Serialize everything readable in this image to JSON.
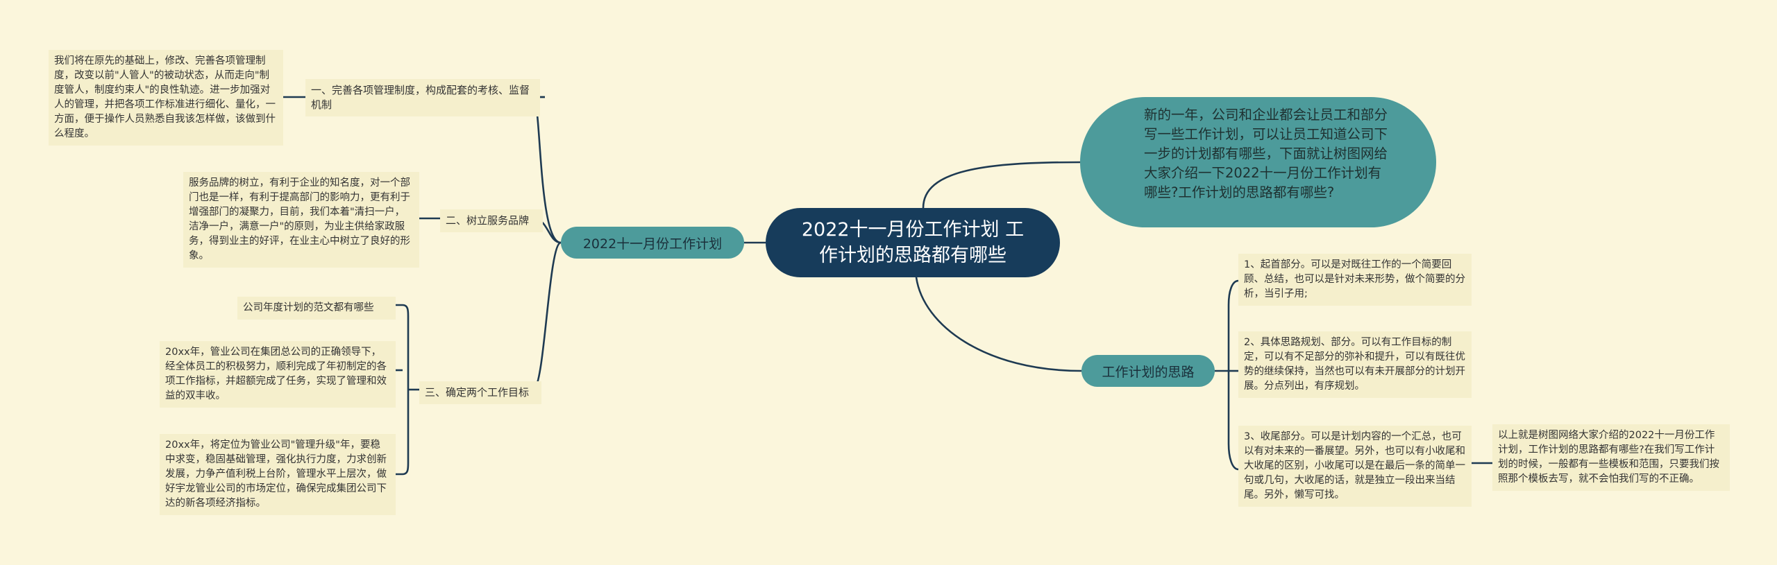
{
  "root": {
    "title_line1": "2022十一月份工作计划 工",
    "title_line2": "作计划的思路都有哪些"
  },
  "intro": {
    "text": "新的一年，公司和企业都会让员工和部分写一些工作计划，可以让员工知道公司下一步的计划都有哪些，下面就让树图网给大家介绍一下2022十一月份工作计划有哪些?工作计划的思路都有哪些?"
  },
  "left_branch": {
    "label": "2022十一月份工作计划",
    "items": [
      {
        "label": "一、完善各项管理制度，构成配套的考核、监督机制",
        "detail": "我们将在原先的基础上，修改、完善各项管理制度，改变以前\"人管人\"的被动状态，从而走向\"制度管人，制度约束人\"的良性轨迹。进一步加强对人的管理，并把各项工作标准进行细化、量化，一方面，便于操作人员熟悉自我该怎样做，该做到什么程度。"
      },
      {
        "label": "二、树立服务品牌",
        "detail": "服务品牌的树立，有利于企业的知名度，对一个部门也是一样，有利于提高部门的影响力，更有利于增强部门的凝聚力，目前，我们本着\"清扫一户，洁净一户，满意一户\"的原则，为业主供给家政服务，得到业主的好评，在业主心中树立了良好的形象。"
      },
      {
        "label": "三、确定两个工作目标",
        "details": [
          "公司年度计划的范文都有哪些",
          "20xx年，管业公司在集团总公司的正确领导下，经全体员工的积极努力，顺利完成了年初制定的各项工作指标，并超额完成了任务，实现了管理和效益的双丰收。",
          "20xx年，将定位为管业公司\"管理升级\"年，要稳中求变，稳固基础管理，强化执行力度，力求创新发展，力争产值利税上台阶，管理水平上层次，做好宇龙管业公司的市场定位，确保完成集团公司下达的新各项经济指标。"
        ]
      }
    ]
  },
  "right_branch": {
    "label": "工作计划的思路",
    "items": [
      "1、起首部分。可以是对既往工作的一个简要回顾、总结，也可以是针对未来形势，做个简要的分析，当引子用;",
      "2、具体思路规划、部分。可以有工作目标的制定，可以有不足部分的弥补和提升，可以有既往优势的继续保持，当然也可以有未开展部分的计划开展。分点列出，有序规划。",
      "3、收尾部分。可以是计划内容的一个汇总，也可以有对未来的一番展望。另外，也可以有小收尾和大收尾的区别，小收尾可以是在最后一条的简单一句或几句，大收尾的话，就是独立一段出来当结尾。另外，懒写可找。"
    ],
    "summary": "以上就是树图网络大家介绍的2022十一月份工作计划，工作计划的思路都有哪些?在我们写工作计划的时候，一般都有一些模板和范围，只要我们按照那个模板去写，就不会怕我们写的不正确。"
  },
  "colors": {
    "background": "#fbf6dc",
    "root": "#173c5b",
    "branch": "#4d9b9b",
    "leaf": "#f5efcc",
    "connector": "#1e3a52"
  }
}
